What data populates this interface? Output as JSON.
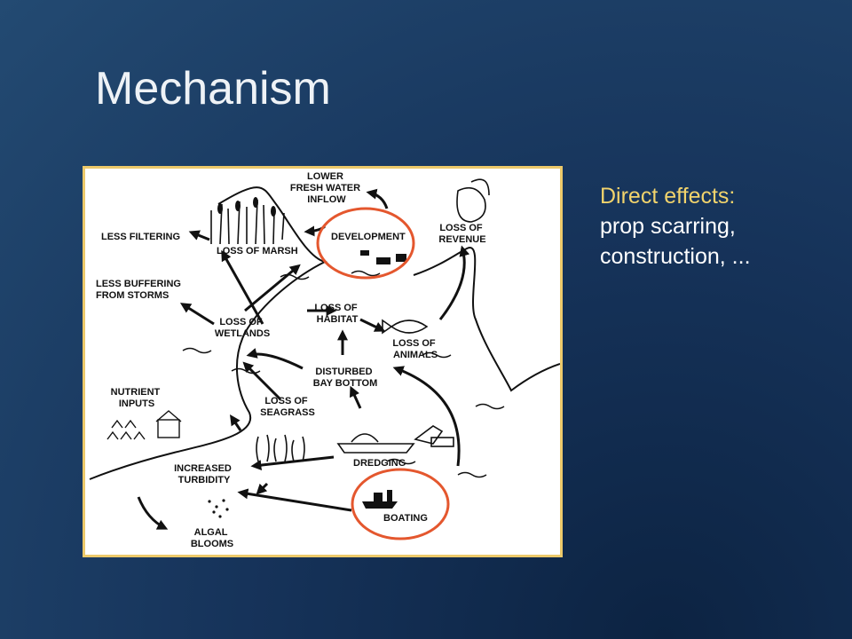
{
  "slide": {
    "title": "Mechanism"
  },
  "side_text": {
    "heading": "Direct effects:",
    "lines": [
      "prop scarring,",
      "construction, ..."
    ]
  },
  "diagram": {
    "labels": {
      "lower_fresh_water_inflow": [
        "LOWER",
        "FRESH WATER",
        "INFLOW"
      ],
      "development": "DEVELOPMENT",
      "loss_of_revenue": [
        "LOSS OF",
        "REVENUE"
      ],
      "less_filtering": "LESS FILTERING",
      "loss_of_marsh": "LOSS OF MARSH",
      "less_buffering": [
        "LESS BUFFERING",
        "FROM STORMS"
      ],
      "loss_of_wetlands": [
        "LOSS OF",
        "WETLANDS"
      ],
      "loss_of_habitat": [
        "LOSS OF",
        "HABITAT"
      ],
      "loss_of_animals": [
        "LOSS OF",
        "ANIMALS"
      ],
      "disturbed_bay_bottom": [
        "DISTURBED",
        "BAY BOTTOM"
      ],
      "nutrient_inputs": [
        "NUTRIENT",
        "INPUTS"
      ],
      "loss_of_seagrass": [
        "LOSS OF",
        "SEAGRASS"
      ],
      "dredging": "DREDGING",
      "increased_turbidity": [
        "INCREASED",
        "TURBIDITY"
      ],
      "boating": "BOATING",
      "algal_blooms": [
        "ALGAL",
        "BLOOMS"
      ]
    },
    "highlight_color": "#e4572e"
  },
  "colors": {
    "frame": "#ecc96a",
    "heading": "#f1d36c",
    "title": "#eef2f6"
  }
}
